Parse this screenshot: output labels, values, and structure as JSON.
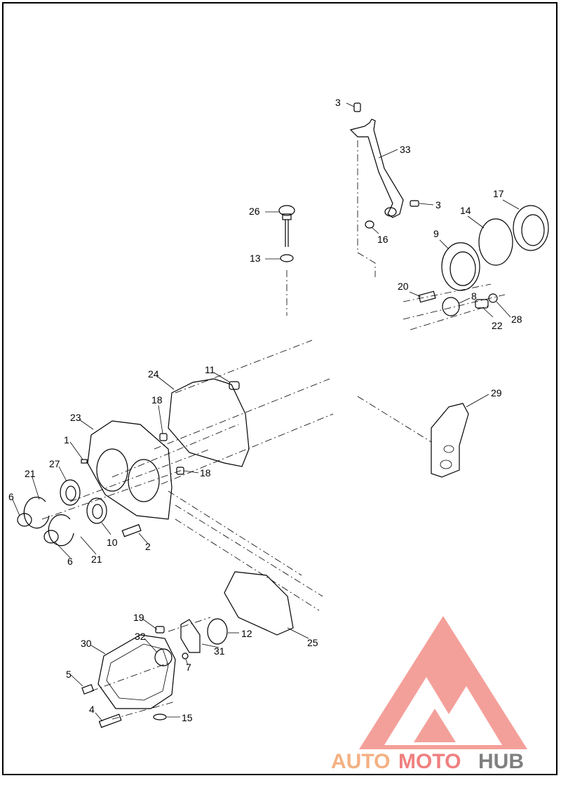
{
  "callouts": [
    {
      "id": "c3a",
      "text": "3"
    },
    {
      "id": "c33",
      "text": "33"
    },
    {
      "id": "c3b",
      "text": "3"
    },
    {
      "id": "c26",
      "text": "26"
    },
    {
      "id": "c17",
      "text": "17"
    },
    {
      "id": "c14",
      "text": "14"
    },
    {
      "id": "c16",
      "text": "16"
    },
    {
      "id": "c9",
      "text": "9"
    },
    {
      "id": "c13",
      "text": "13"
    },
    {
      "id": "c20",
      "text": "20"
    },
    {
      "id": "c8",
      "text": "8"
    },
    {
      "id": "c22",
      "text": "22"
    },
    {
      "id": "c28",
      "text": "28"
    },
    {
      "id": "c24",
      "text": "24"
    },
    {
      "id": "c11",
      "text": "11"
    },
    {
      "id": "c29",
      "text": "29"
    },
    {
      "id": "c18a",
      "text": "18"
    },
    {
      "id": "c23",
      "text": "23"
    },
    {
      "id": "c1",
      "text": "1"
    },
    {
      "id": "c27",
      "text": "27"
    },
    {
      "id": "c18b",
      "text": "18"
    },
    {
      "id": "c21a",
      "text": "21"
    },
    {
      "id": "c6a",
      "text": "6"
    },
    {
      "id": "c10",
      "text": "10"
    },
    {
      "id": "c2",
      "text": "2"
    },
    {
      "id": "c6b",
      "text": "6"
    },
    {
      "id": "c21b",
      "text": "21"
    },
    {
      "id": "c19",
      "text": "19"
    },
    {
      "id": "c30",
      "text": "30"
    },
    {
      "id": "c32",
      "text": "32"
    },
    {
      "id": "c12",
      "text": "12"
    },
    {
      "id": "c31",
      "text": "31"
    },
    {
      "id": "c25",
      "text": "25"
    },
    {
      "id": "c7",
      "text": "7"
    },
    {
      "id": "c5",
      "text": "5"
    },
    {
      "id": "c4",
      "text": "4"
    },
    {
      "id": "c15",
      "text": "15"
    }
  ],
  "watermark": {
    "part1": "AUTO",
    "part2": "MOTO",
    "part3": "HUB",
    "colors": {
      "auto": "#f4b183",
      "moto": "#f08080",
      "hub": "#7f7f7f",
      "triangle": "#f4a09a"
    }
  }
}
